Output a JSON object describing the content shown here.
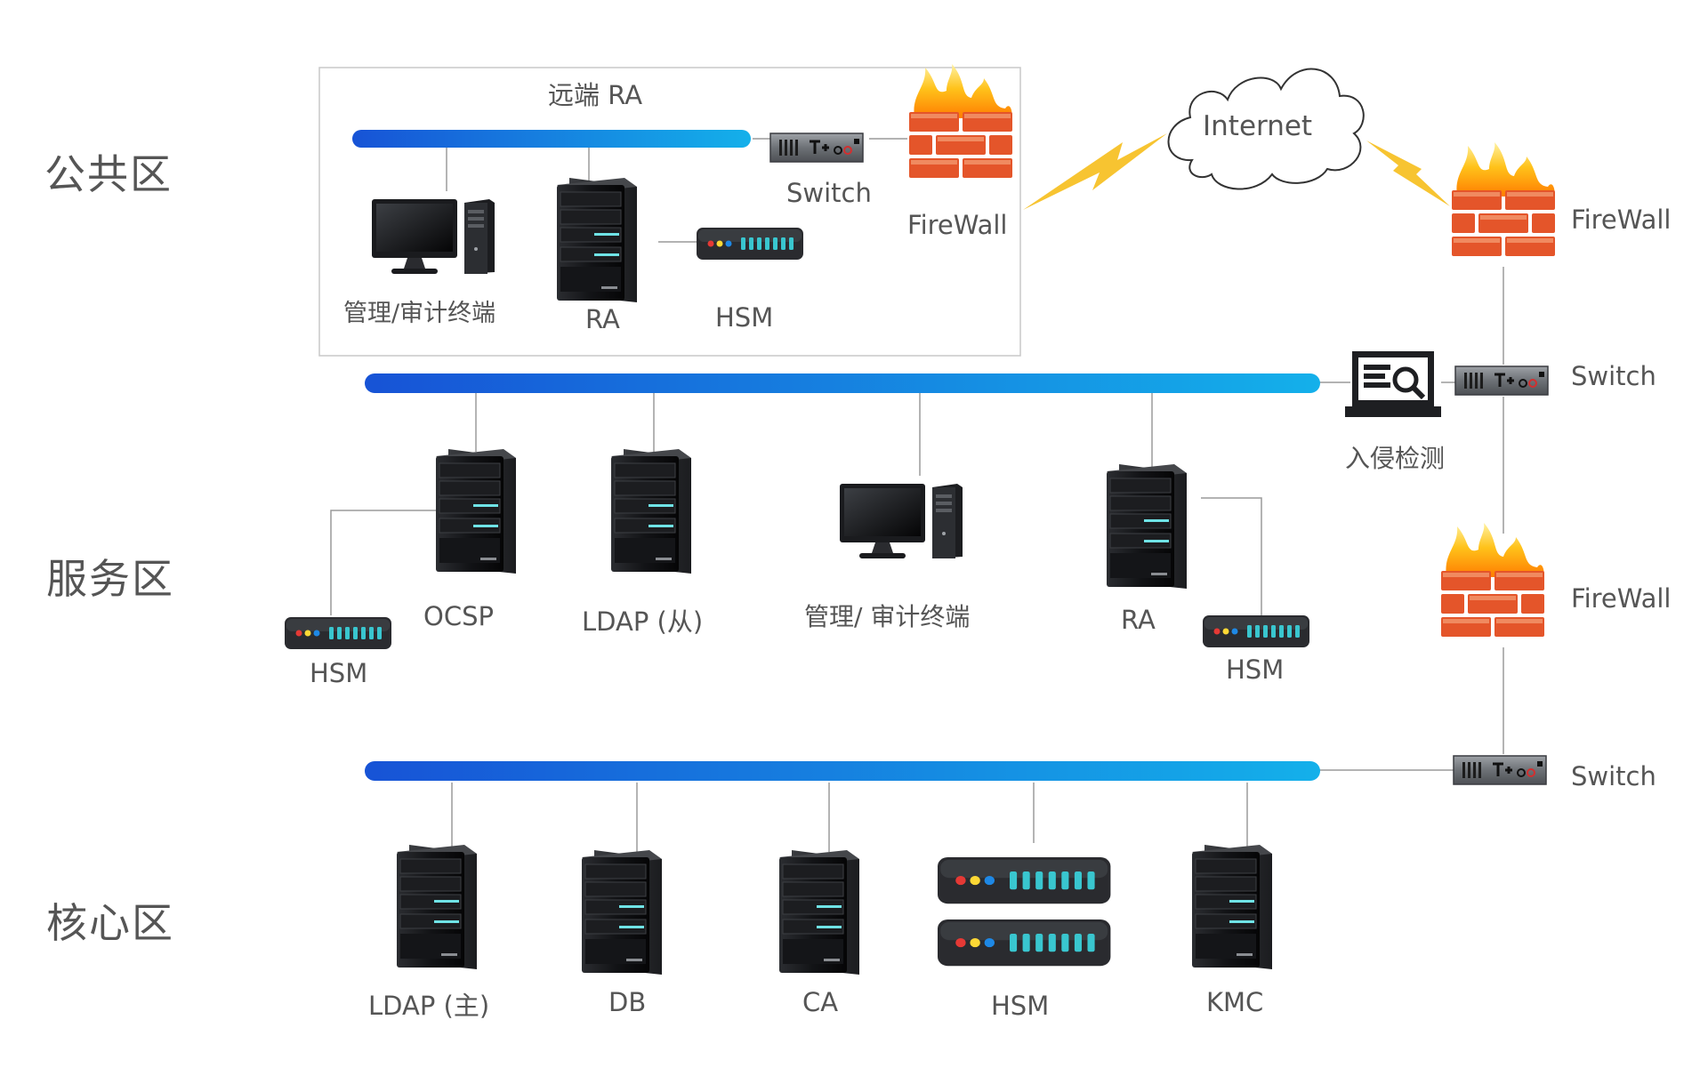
{
  "zones": {
    "public": "公共区",
    "service": "服务区",
    "core": "核心区"
  },
  "remote_ra": {
    "title": "远端 RA",
    "terminal": "管理/审计终端",
    "ra": "RA",
    "hsm": "HSM",
    "switch": "Switch",
    "firewall": "FireWall"
  },
  "internet": "Internet",
  "perimeter": {
    "firewall_top": "FireWall",
    "switch_mid": "Switch",
    "ids": "入侵检测",
    "firewall_mid": "FireWall",
    "switch_bottom": "Switch"
  },
  "service": {
    "hsm_left": "HSM",
    "ocsp": "OCSP",
    "ldap_slave": "LDAP (从)",
    "terminal": "管理/ 审计终端",
    "ra": "RA",
    "hsm_right": "HSM"
  },
  "core": {
    "ldap_master": "LDAP (主)",
    "db": "DB",
    "ca": "CA",
    "hsm": "HSM",
    "kmc": "KMC"
  },
  "colors": {
    "bus_start": "#1753d6",
    "bus_end": "#14b0ea",
    "firewall_brick": "#e4552a",
    "flame": "#ffb300",
    "lightning": "#f7c431",
    "led_teal": "#39c6cf"
  }
}
